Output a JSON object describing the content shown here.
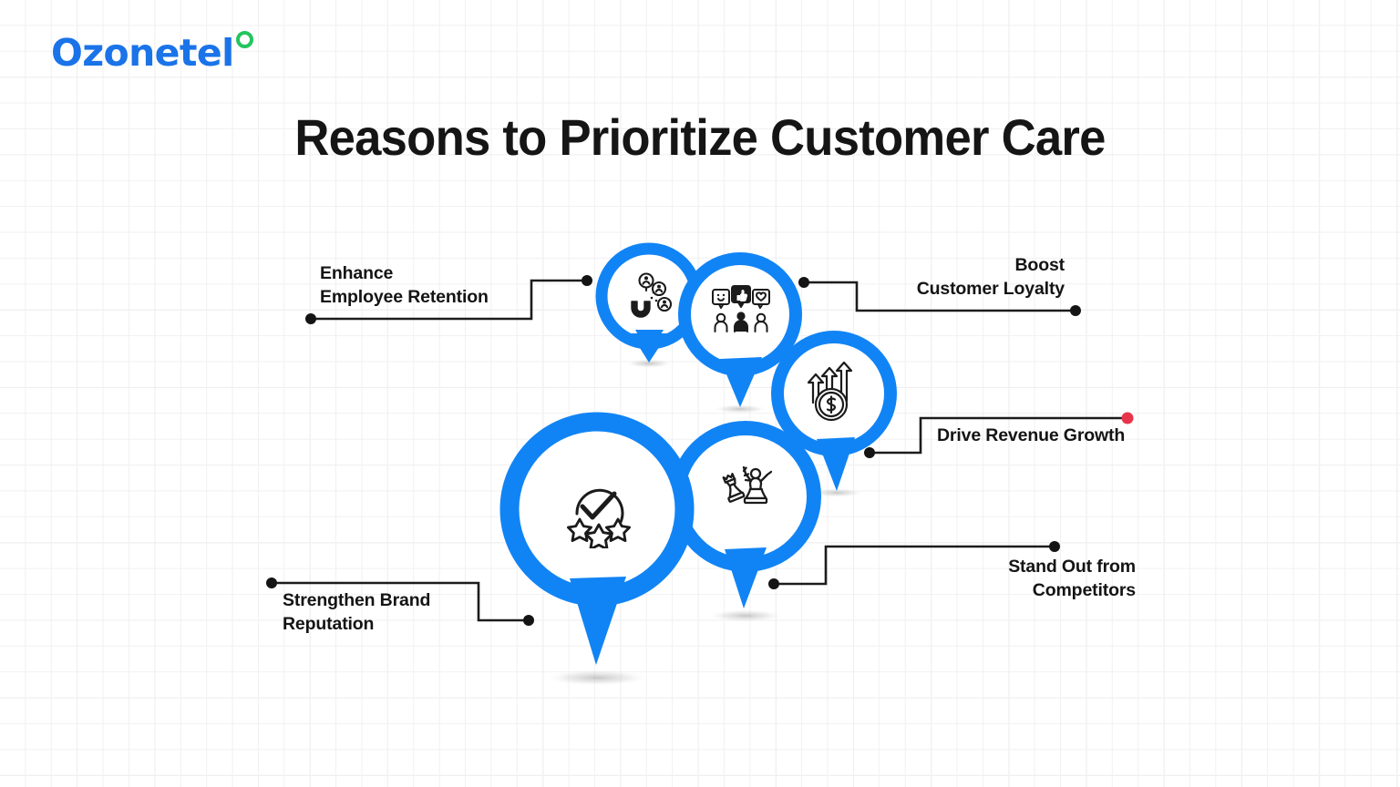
{
  "brand": {
    "name": "Ozonetel",
    "word_color": "#1a73e8",
    "accent_dot_color": "#24c55e"
  },
  "header": {
    "title": "Reasons to Prioritize Customer Care"
  },
  "theme": {
    "bubble_blue": "#1184f5",
    "connector_black": "#1c1c1c",
    "accent_red": "#e8344a",
    "text_black": "#141414",
    "background": "#ffffff",
    "grid_line": "#e9e9ec"
  },
  "callouts": [
    {
      "id": "employee-retention",
      "label": "Enhance\nEmployee Retention",
      "align": "left",
      "icon": "magnet-attracting-people-icon",
      "endpoint_color": "#141414"
    },
    {
      "id": "customer-loyalty",
      "label": "Boost\nCustomer Loyalty",
      "align": "right",
      "icon": "people-feedback-reactions-icon",
      "endpoint_color": "#141414"
    },
    {
      "id": "revenue-growth",
      "label": "Drive Revenue Growth",
      "align": "left",
      "icon": "dollar-coin-growth-arrows-icon",
      "endpoint_color": "#e8344a"
    },
    {
      "id": "competitors",
      "label": "Stand Out from\nCompetitors",
      "align": "right",
      "icon": "chess-pieces-icon",
      "endpoint_color": "#141414"
    },
    {
      "id": "brand-reputation",
      "label": "Strengthen Brand\nReputation",
      "align": "left",
      "icon": "checkmark-stars-rating-icon",
      "endpoint_color": "#141414"
    }
  ]
}
